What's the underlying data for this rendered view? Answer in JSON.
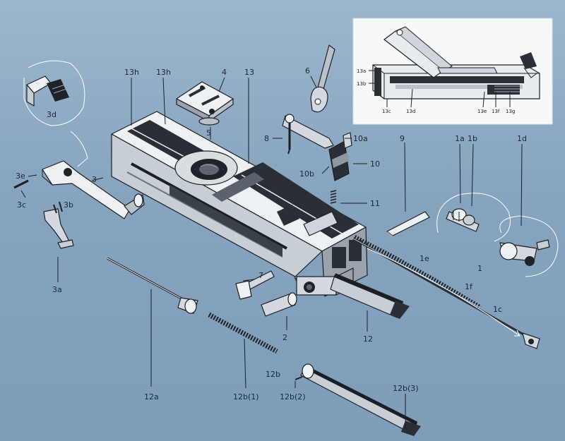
{
  "colors": {
    "background": "#86a4be",
    "metal_light": "#eef1f3",
    "metal_mid": "#b9c2c9",
    "metal_dark": "#2a2f35",
    "label": "#1d2633"
  },
  "labels": {
    "p13h_a": "13h",
    "p13h_b": "13h",
    "p4": "4",
    "p13": "13",
    "p6": "6",
    "p5": "5",
    "p8": "8",
    "p10a": "10a",
    "p10": "10",
    "p10b": "10b",
    "p9": "9",
    "p11": "11",
    "p1a": "1a",
    "p1b": "1b",
    "p1d": "1d",
    "p3d": "3d",
    "p3e": "3e",
    "p3": "3",
    "p3c": "3c",
    "p3b": "3b",
    "p3a": "3a",
    "p1e": "1e",
    "p1": "1",
    "p1f": "1f",
    "p1c": "1c",
    "p7": "7",
    "p2": "2",
    "p12": "12",
    "p12a": "12a",
    "p12b1": "12b(1)",
    "p12b": "12b",
    "p12b2": "12b(2)",
    "p12b3": "12b(3)"
  },
  "inset_labels": {
    "p13a": "13a",
    "p13b": "13b",
    "p13c": "13c",
    "p13d": "13d",
    "p13e": "13e",
    "p13f": "13f",
    "p13g": "13g"
  }
}
